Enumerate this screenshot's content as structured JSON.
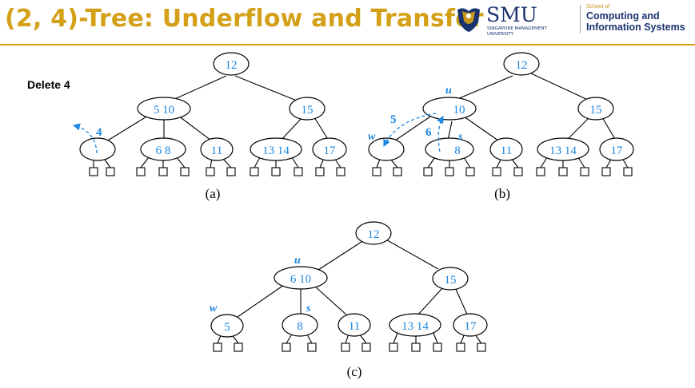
{
  "slide": {
    "title": "(2, 4)-Tree: Underflow and Transfer",
    "accent_color": "#d4a017",
    "key_color": "#1c86e0",
    "operation_label": "Delete 4"
  },
  "logos": {
    "smu": {
      "name": "SMU",
      "subtitle": "SINGAPORE MANAGEMENT\nUNIVERSITY",
      "icon": "smu-crest-icon"
    },
    "school": {
      "prefix": "School of",
      "line1": "Computing and",
      "line2": "Information Systems"
    }
  },
  "diagrams": {
    "a": {
      "caption": "(a)",
      "root": "12",
      "level1": [
        "5 10",
        "15"
      ],
      "level2": [
        "",
        "6 8",
        "11",
        "13 14",
        "17"
      ],
      "step": "4"
    },
    "b": {
      "caption": "(b)",
      "root": "12",
      "level1": [
        "10",
        "15"
      ],
      "level2": [
        "",
        "8",
        "11",
        "13 14",
        "17"
      ],
      "var_u": "u",
      "var_w": "w",
      "var_s": "s",
      "step_down": "5",
      "step_up": "6"
    },
    "c": {
      "caption": "(c)",
      "root": "12",
      "level1": [
        "6 10",
        "15"
      ],
      "level2": [
        "5",
        "8",
        "11",
        "13 14",
        "17"
      ],
      "var_u": "u",
      "var_w": "w",
      "var_s": "s"
    }
  }
}
